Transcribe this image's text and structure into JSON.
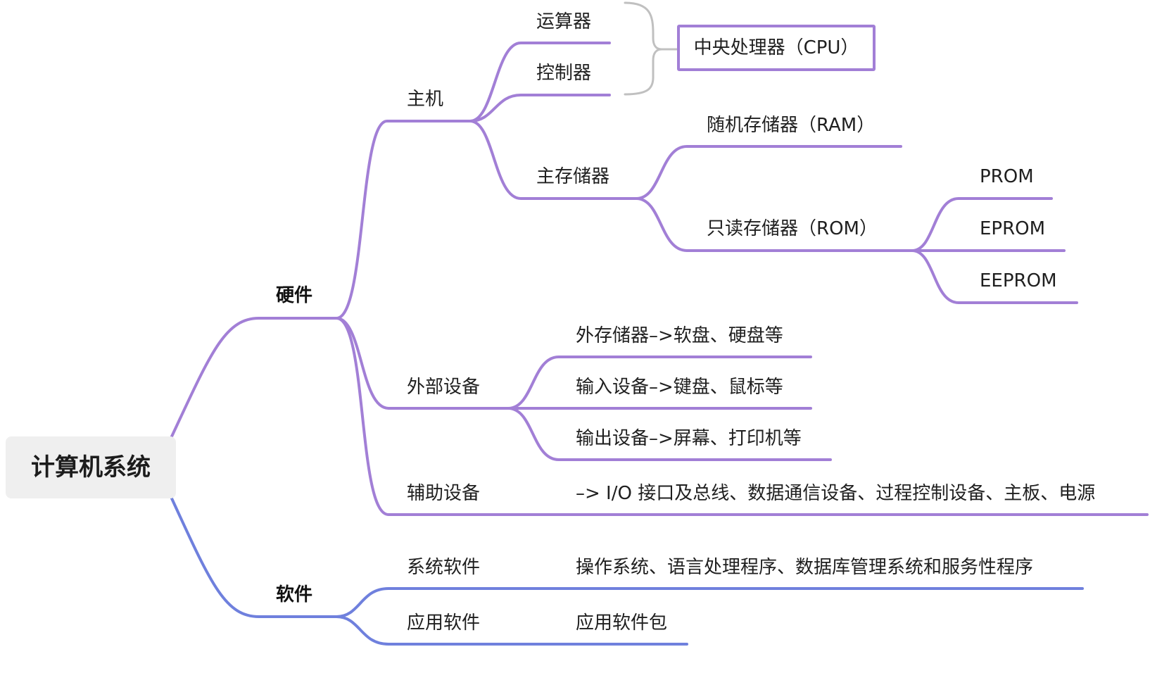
{
  "colors": {
    "hardware_branch": "#a27fd6",
    "software_branch": "#6f80dd",
    "brace": "#c0c0c0",
    "root_fill": "#efefef",
    "text": "#1f1f1f"
  },
  "root": {
    "label": "计算机系统"
  },
  "hardware": {
    "label": "硬件",
    "host": {
      "label": "主机",
      "alu": "运算器",
      "controller": "控制器",
      "cpu": "中央处理器（CPU）",
      "main_memory": {
        "label": "主存储器",
        "ram": "随机存储器（RAM）",
        "rom": {
          "label": "只读存储器（ROM）",
          "prom": "PROM",
          "eprom": "EPROM",
          "eeprom": "EEPROM"
        }
      }
    },
    "peripherals": {
      "label": "外部设备",
      "external_storage": "外存储器–>软盘、硬盘等",
      "input_devices": "输入设备–>键盘、鼠标等",
      "output_devices": "输出设备–>屏幕、打印机等"
    },
    "auxiliary": {
      "label": "辅助设备",
      "detail": "–> I/O 接口及总线、数据通信设备、过程控制设备、主板、电源"
    }
  },
  "software": {
    "label": "软件",
    "system_software": {
      "label": "系统软件",
      "detail": "操作系统、语言处理程序、数据库管理系统和服务性程序"
    },
    "application_software": {
      "label": "应用软件",
      "detail": "应用软件包"
    }
  }
}
